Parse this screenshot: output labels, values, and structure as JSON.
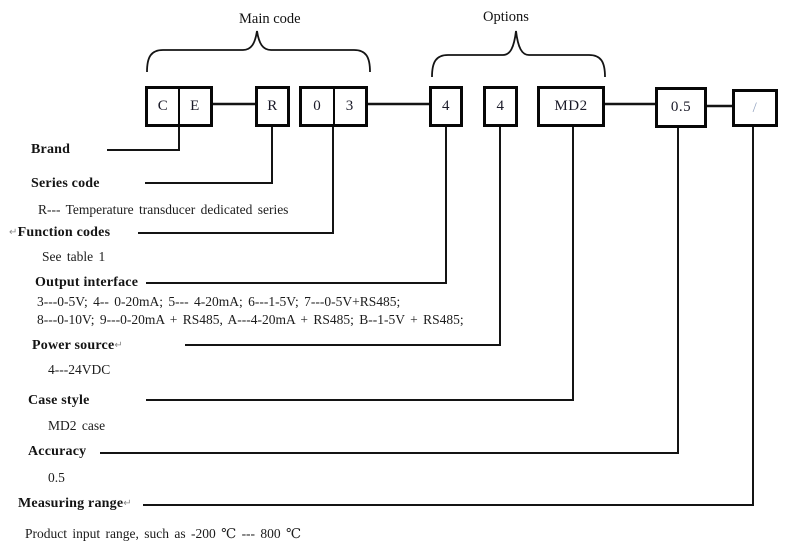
{
  "groups": {
    "main_code": "Main code",
    "options": "Options"
  },
  "code_boxes": [
    {
      "name": "brand",
      "cells": [
        "C",
        "E"
      ]
    },
    {
      "name": "series-code",
      "cells": [
        "R"
      ]
    },
    {
      "name": "function-codes",
      "cells": [
        "0",
        "3"
      ]
    },
    {
      "name": "output-interface",
      "cells": [
        "4"
      ]
    },
    {
      "name": "power-source",
      "cells": [
        "4"
      ]
    },
    {
      "name": "case-style",
      "cells": [
        "MD2"
      ]
    },
    {
      "name": "accuracy",
      "cells": [
        "0.5"
      ]
    },
    {
      "name": "measuring-range",
      "cells": [
        "/"
      ]
    }
  ],
  "legend": [
    {
      "label": "Brand"
    },
    {
      "label": "Series code",
      "notes": [
        "R--- Temperature transducer dedicated series"
      ]
    },
    {
      "label": "Function codes",
      "marker_before": "↵",
      "notes": [
        "See table 1"
      ]
    },
    {
      "label": "Output interface",
      "notes": [
        "3---0-5V; 4-- 0-20mA; 5--- 4-20mA; 6---1-5V; 7---0-5V+RS485;",
        "8---0-10V; 9---0-20mA + RS485, A---4-20mA + RS485; B--1-5V + RS485;"
      ]
    },
    {
      "label": "Power source",
      "marker_after": "↵",
      "notes": [
        "4---24VDC"
      ]
    },
    {
      "label": "Case style",
      "notes": [
        "MD2 case"
      ]
    },
    {
      "label": "Accuracy",
      "notes": [
        "0.5"
      ]
    },
    {
      "label": "Measuring range",
      "marker_after": "↵",
      "notes": [
        "Product input range, such as -200 ℃ --- 800 ℃"
      ]
    }
  ],
  "colors": {
    "line": "#141414",
    "box_border": "#070707",
    "box_text": "#1a1a28",
    "slash_text": "#93a3c0"
  }
}
